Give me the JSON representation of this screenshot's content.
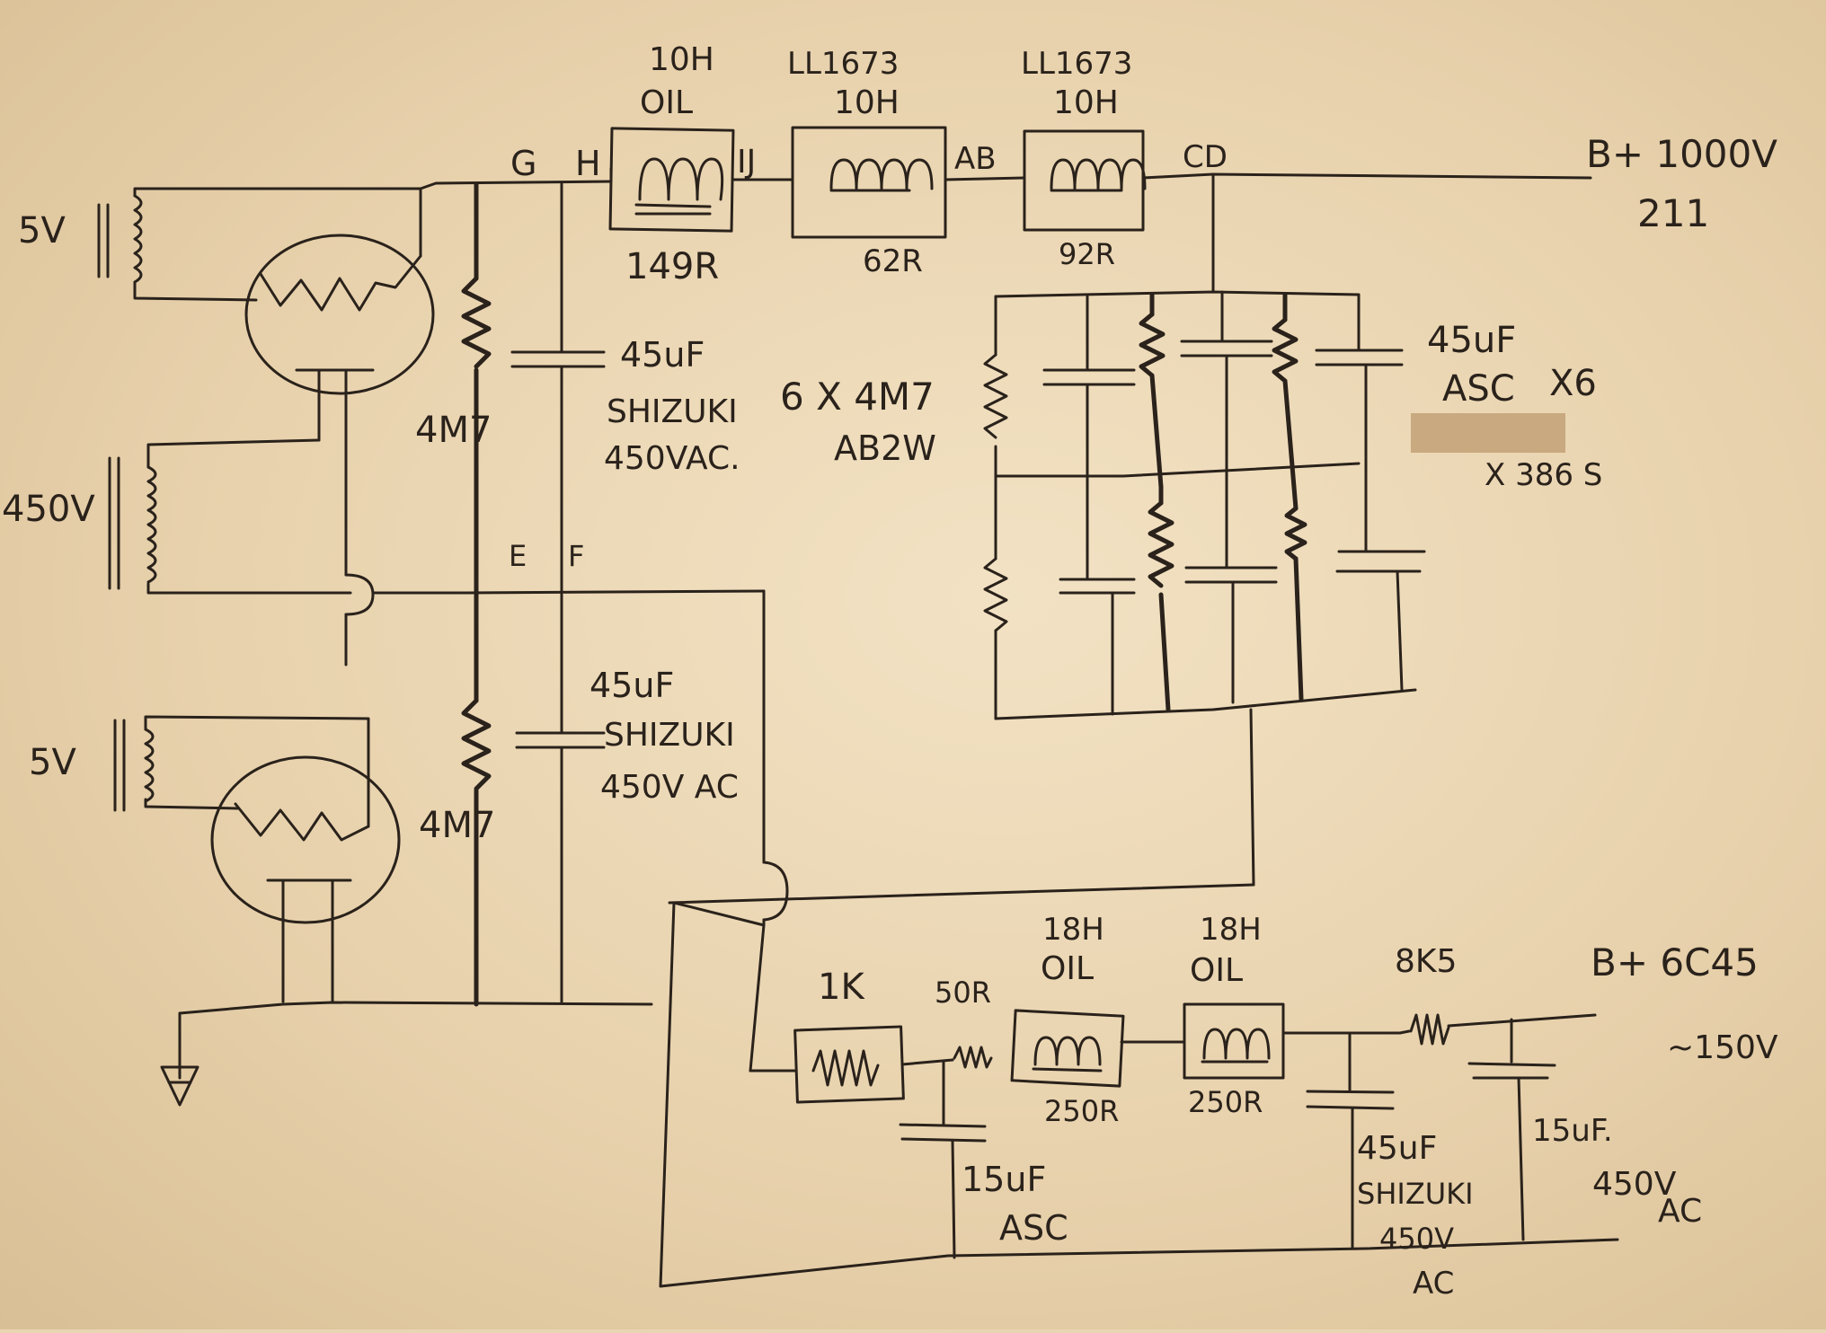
{
  "labels": {
    "node_g": "G",
    "node_h": "H",
    "node_ij": "IJ",
    "node_ab": "AB",
    "node_cd": "CD",
    "node_e": "E",
    "node_f": "F",
    "choke1_value": "10H",
    "choke1_type": "OIL",
    "choke1_dcr": "149R",
    "choke2_part": "LL1673",
    "choke2_value": "10H",
    "choke2_dcr": "62R",
    "choke3_part": "LL1673",
    "choke3_value": "10H",
    "choke3_dcr": "92R",
    "bplus_main": "B+ 1000V",
    "tube_main": "211",
    "xfmr_top_5v": "5V",
    "xfmr_450v": "450V",
    "xfmr_bottom_5v": "5V",
    "res_upper": "4M7",
    "res_lower": "4M7",
    "cap_upper_value": "45uF",
    "cap_upper_brand": "SHIZUKI",
    "cap_upper_rating": "450VAC.",
    "cap_lower_value": "45uF",
    "cap_lower_brand": "SHIZUKI",
    "cap_lower_rating": "450V AC",
    "bank_res": "6 X 4M7",
    "bank_res_type": "AB2W",
    "bank_cap_value": "45uF",
    "bank_cap_type": "ASC",
    "bank_cap_count": "X6",
    "bank_cap_extra": "X 386 S",
    "lower_res1": "1K",
    "lower_res2": "50R",
    "choke4_value": "18H",
    "choke4_type": "OIL",
    "choke4_dcr": "250R",
    "choke5_value": "18H",
    "choke5_type": "OIL",
    "choke5_dcr": "250R",
    "lower_res3": "8K5",
    "cap_15_value": "15uF",
    "cap_15_type": "ASC",
    "cap_shiz_value": "45uF",
    "cap_shiz_brand": "SHIZUKI",
    "cap_shiz_rating": "450V",
    "cap_shiz_ac": "AC",
    "cap_out_value": "15uF.",
    "cap_out_rating": "450V",
    "cap_out_ac": "AC",
    "bplus_out": "B+ 6C45",
    "bplus_out_volts": "~150V"
  },
  "colors": {
    "paper": "#efdcbc",
    "ink": "#2a221b",
    "redaction": "#c9a97f"
  }
}
